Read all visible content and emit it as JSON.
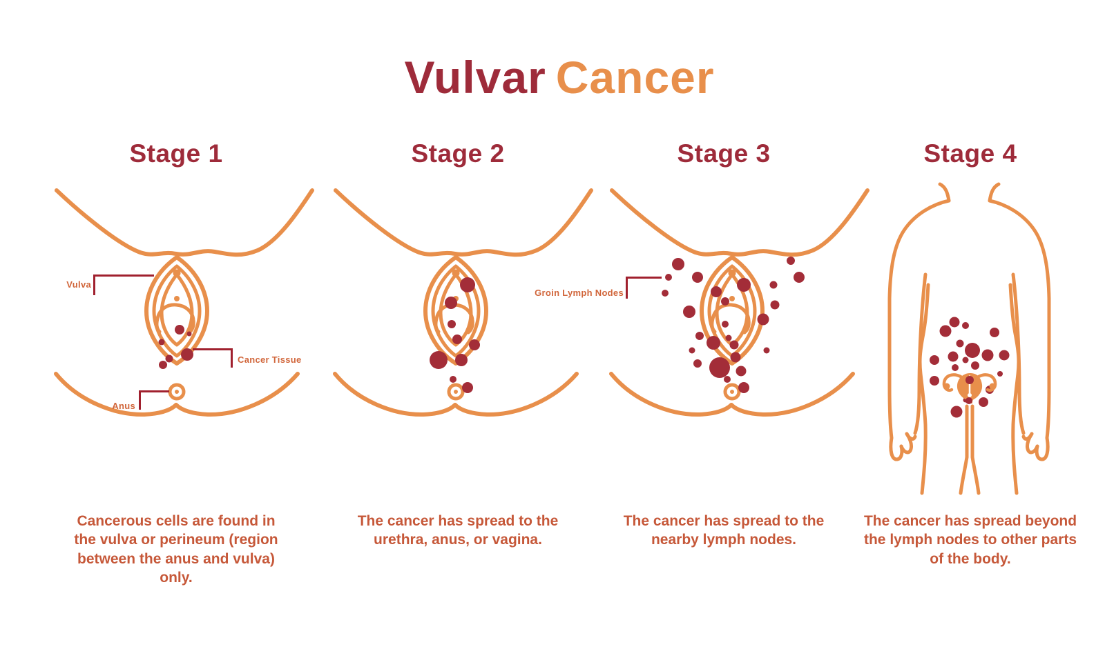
{
  "title": {
    "word1": "Vulvar",
    "word2": "Cancer"
  },
  "colors": {
    "maroon": "#9E2B3A",
    "orange": "#E88F4B",
    "dot": "#A32D38",
    "leader": "#A0202E",
    "label": "#D1663B",
    "desc": "#C65839",
    "background": "#FFFFFF"
  },
  "labels": {
    "vulva": "Vulva",
    "cancer_tissue": "Cancer Tissue",
    "anus": "Anus",
    "groin_lymph_nodes": "Groin Lymph Nodes"
  },
  "stages": [
    {
      "label": "Stage 1",
      "description": "Cancerous cells are found in the vulva or perineum (region between the anus and vulva) only.",
      "dots": [
        [
          199,
          213,
          7
        ],
        [
          213,
          219,
          3.5
        ],
        [
          173,
          231,
          4.5
        ],
        [
          210,
          249,
          9
        ],
        [
          184,
          255,
          5.5
        ],
        [
          175,
          264,
          6
        ]
      ]
    },
    {
      "label": "Stage 2",
      "description": "The cancer has spread to the urethra, anus, or vagina.",
      "dots": [
        [
          212,
          148,
          11
        ],
        [
          188,
          174,
          9
        ],
        [
          189,
          205,
          6
        ],
        [
          197,
          227,
          7
        ],
        [
          222,
          235,
          8
        ],
        [
          170,
          257,
          13
        ],
        [
          203,
          257,
          9
        ],
        [
          191,
          285,
          5
        ],
        [
          212,
          297,
          8
        ]
      ]
    },
    {
      "label": "Stage 3",
      "description": "The cancer has spread to the nearby lymph nodes.",
      "dots": [
        [
          117,
          118,
          9
        ],
        [
          103,
          137,
          5
        ],
        [
          98,
          160,
          5
        ],
        [
          145,
          137,
          8
        ],
        [
          133,
          187,
          9
        ],
        [
          148,
          222,
          6
        ],
        [
          137,
          243,
          4.5
        ],
        [
          145,
          262,
          6
        ],
        [
          172,
          158,
          8
        ],
        [
          185,
          172,
          6
        ],
        [
          212,
          148,
          10
        ],
        [
          185,
          205,
          5
        ],
        [
          190,
          225,
          4.5
        ],
        [
          168,
          232,
          10
        ],
        [
          198,
          235,
          6.5
        ],
        [
          200,
          253,
          7.5
        ],
        [
          180,
          263,
          6
        ],
        [
          177,
          268,
          15
        ],
        [
          208,
          273,
          7.5
        ],
        [
          188,
          285,
          5
        ],
        [
          212,
          297,
          8
        ],
        [
          280,
          113,
          6
        ],
        [
          292,
          137,
          8
        ],
        [
          255,
          148,
          5.5
        ],
        [
          257,
          177,
          6.5
        ],
        [
          240,
          198,
          8.5
        ],
        [
          245,
          243,
          4.5
        ]
      ]
    },
    {
      "label": "Stage 4",
      "description": "The cancer has spread beyond the lymph nodes to other parts of the body.",
      "dots": [
        [
          117,
          202,
          7.5
        ],
        [
          133,
          207,
          5
        ],
        [
          104,
          215,
          8.5
        ],
        [
          175,
          217,
          7
        ],
        [
          125,
          233,
          5.5
        ],
        [
          143,
          243,
          11
        ],
        [
          165,
          250,
          8.5
        ],
        [
          115,
          252,
          7.5
        ],
        [
          133,
          257,
          4.5
        ],
        [
          189,
          250,
          7.5
        ],
        [
          88,
          257,
          7
        ],
        [
          147,
          265,
          6
        ],
        [
          118,
          268,
          5
        ],
        [
          183,
          277,
          4
        ],
        [
          88,
          287,
          7
        ],
        [
          168,
          300,
          6
        ],
        [
          159,
          318,
          7
        ],
        [
          133,
          315,
          3.5
        ],
        [
          120,
          332,
          8.5
        ]
      ],
      "dots_front": [
        [
          139,
          286,
          6
        ],
        [
          138,
          316,
          5
        ]
      ]
    }
  ]
}
